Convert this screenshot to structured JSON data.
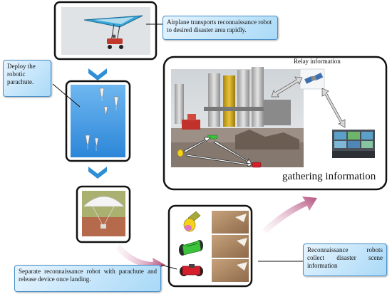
{
  "callouts": {
    "airplane": "Airplane transports reconnaissance robot to desired disaster area rapidly.",
    "deploy": "Deploy the robotic parachute.",
    "separate": "Separate reconnaissance robot with parachute and release device once landing.",
    "collect": "Reconnaissance robots collect disaster scene information"
  },
  "labels": {
    "relay": "Relay information",
    "gathering": "gathering information"
  },
  "colors": {
    "panel_border": "#111111",
    "chevron": "#2e8fd6",
    "curved_arrow": "#b4527e",
    "callout_border": "#4a90c8",
    "sky": "#3f9be6",
    "robot_yellow": "#f2d21a",
    "robot_green": "#3cc23c",
    "robot_red": "#d61f2c"
  },
  "icons": [
    "hang-glider-icon",
    "parachute-icon",
    "robot-capsule-icon",
    "robot-wheel-icon",
    "robot-tracked-icon",
    "monitor-wall-icon",
    "satellite-icon"
  ]
}
